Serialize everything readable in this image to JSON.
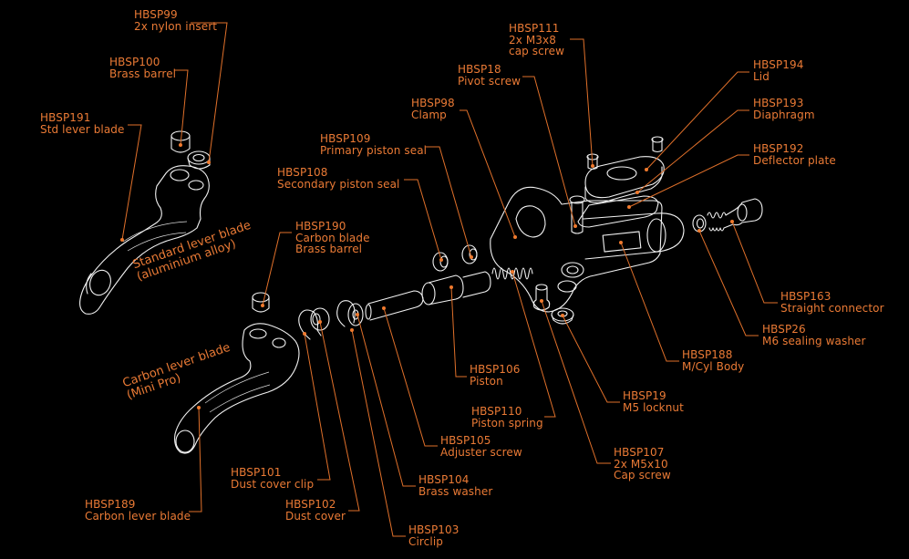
{
  "diagram": {
    "type": "exploded-parts-diagram",
    "subject": "Hydraulic brake master cylinder lever assembly",
    "colors": {
      "background": "#000000",
      "line_art": "#f2f2f2",
      "callout": "#ea7a35"
    }
  },
  "captions": [
    {
      "id": "standard-lever",
      "lines": [
        "Standard lever blade",
        "(aluminium alloy)"
      ]
    },
    {
      "id": "carbon-lever",
      "lines": [
        "Carbon lever blade",
        "(Mini Pro)"
      ]
    }
  ],
  "callouts": [
    {
      "id": "HBSP99",
      "code": "HBSP99",
      "lines": [
        "2x nylon insert"
      ]
    },
    {
      "id": "HBSP100",
      "code": "HBSP100",
      "lines": [
        "Brass barrel"
      ]
    },
    {
      "id": "HBSP191",
      "code": "HBSP191",
      "lines": [
        "Std lever blade"
      ]
    },
    {
      "id": "HBSP109",
      "code": "HBSP109",
      "lines": [
        "Primary piston seal"
      ]
    },
    {
      "id": "HBSP108",
      "code": "HBSP108",
      "lines": [
        "Secondary piston seal"
      ]
    },
    {
      "id": "HBSP190",
      "code": "HBSP190",
      "lines": [
        "Carbon blade",
        "Brass barrel"
      ]
    },
    {
      "id": "HBSP98",
      "code": "HBSP98",
      "lines": [
        "Clamp"
      ]
    },
    {
      "id": "HBSP18",
      "code": "HBSP18",
      "lines": [
        "Pivot screw"
      ]
    },
    {
      "id": "HBSP111",
      "code": "HBSP111",
      "lines": [
        "2x M3x8",
        "cap screw"
      ]
    },
    {
      "id": "HBSP194",
      "code": "HBSP194",
      "lines": [
        "Lid"
      ]
    },
    {
      "id": "HBSP193",
      "code": "HBSP193",
      "lines": [
        "Diaphragm"
      ]
    },
    {
      "id": "HBSP192",
      "code": "HBSP192",
      "lines": [
        "Deflector plate"
      ]
    },
    {
      "id": "HBSP163",
      "code": "HBSP163",
      "lines": [
        "Straight connector"
      ]
    },
    {
      "id": "HBSP26",
      "code": "HBSP26",
      "lines": [
        "M6 sealing washer"
      ]
    },
    {
      "id": "HBSP188",
      "code": "HBSP188",
      "lines": [
        "M/Cyl Body"
      ]
    },
    {
      "id": "HBSP106",
      "code": "HBSP106",
      "lines": [
        "Piston"
      ]
    },
    {
      "id": "HBSP19",
      "code": "HBSP19",
      "lines": [
        "M5 locknut"
      ]
    },
    {
      "id": "HBSP110",
      "code": "HBSP110",
      "lines": [
        "Piston spring"
      ]
    },
    {
      "id": "HBSP105",
      "code": "HBSP105",
      "lines": [
        "Adjuster screw"
      ]
    },
    {
      "id": "HBSP107",
      "code": "HBSP107",
      "lines": [
        "2x M5x10",
        "Cap screw"
      ]
    },
    {
      "id": "HBSP104",
      "code": "HBSP104",
      "lines": [
        "Brass washer"
      ]
    },
    {
      "id": "HBSP101",
      "code": "HBSP101",
      "lines": [
        "Dust cover clip"
      ]
    },
    {
      "id": "HBSP102",
      "code": "HBSP102",
      "lines": [
        "Dust cover"
      ]
    },
    {
      "id": "HBSP103",
      "code": "HBSP103",
      "lines": [
        "Circlip"
      ]
    },
    {
      "id": "HBSP189",
      "code": "HBSP189",
      "lines": [
        "Carbon lever blade"
      ]
    }
  ]
}
